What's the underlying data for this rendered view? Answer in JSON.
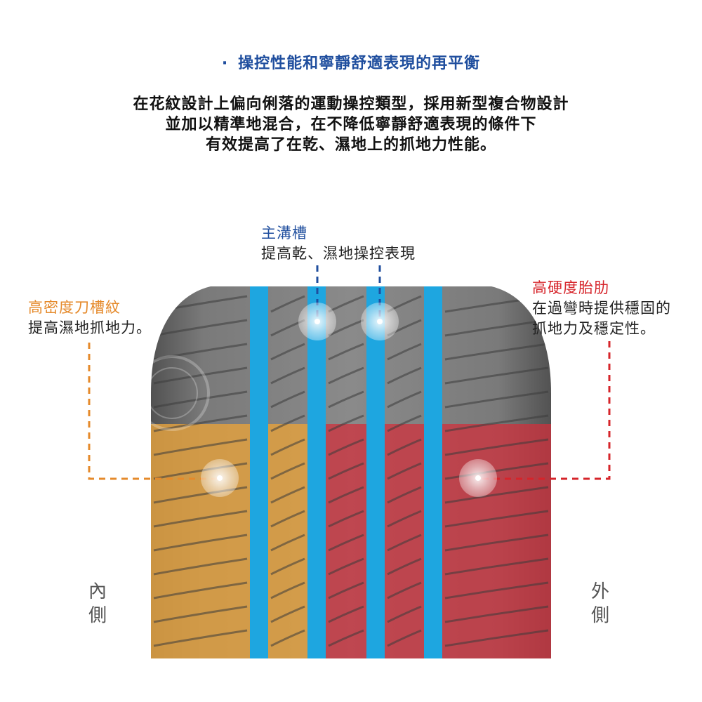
{
  "heading": {
    "bullet": "·",
    "text": "操控性能和寧靜舒適表現的再平衡"
  },
  "description": {
    "lines": [
      "在花紋設計上偏向俐落的運動操控類型，採用新型複合物設計",
      "並加以精準地混合，在不降低寧靜舒適表現的條件下",
      "有效提高了在乾、濕地上的抓地力性能。"
    ]
  },
  "callouts": {
    "main_groove": {
      "title": "主溝槽",
      "text": "提高乾、濕地操控表現",
      "color": "#1f4e9e"
    },
    "sipes": {
      "title": "高密度刀槽紋",
      "text": "提高濕地抓地力。",
      "color": "#e58a2b"
    },
    "rib": {
      "title": "高硬度胎肋",
      "text_line1": "在過彎時提供穩固的",
      "text_line2": "抓地力及穩定性。",
      "color": "#d6242a"
    }
  },
  "sides": {
    "inner": [
      "內",
      "側"
    ],
    "outer": [
      "外",
      "側"
    ]
  },
  "colors": {
    "groove_blue": "#1ea6e0",
    "inner_zone": "#e0a040",
    "outer_zone": "#d0303c",
    "tire_gray": "#6e6e6e"
  }
}
